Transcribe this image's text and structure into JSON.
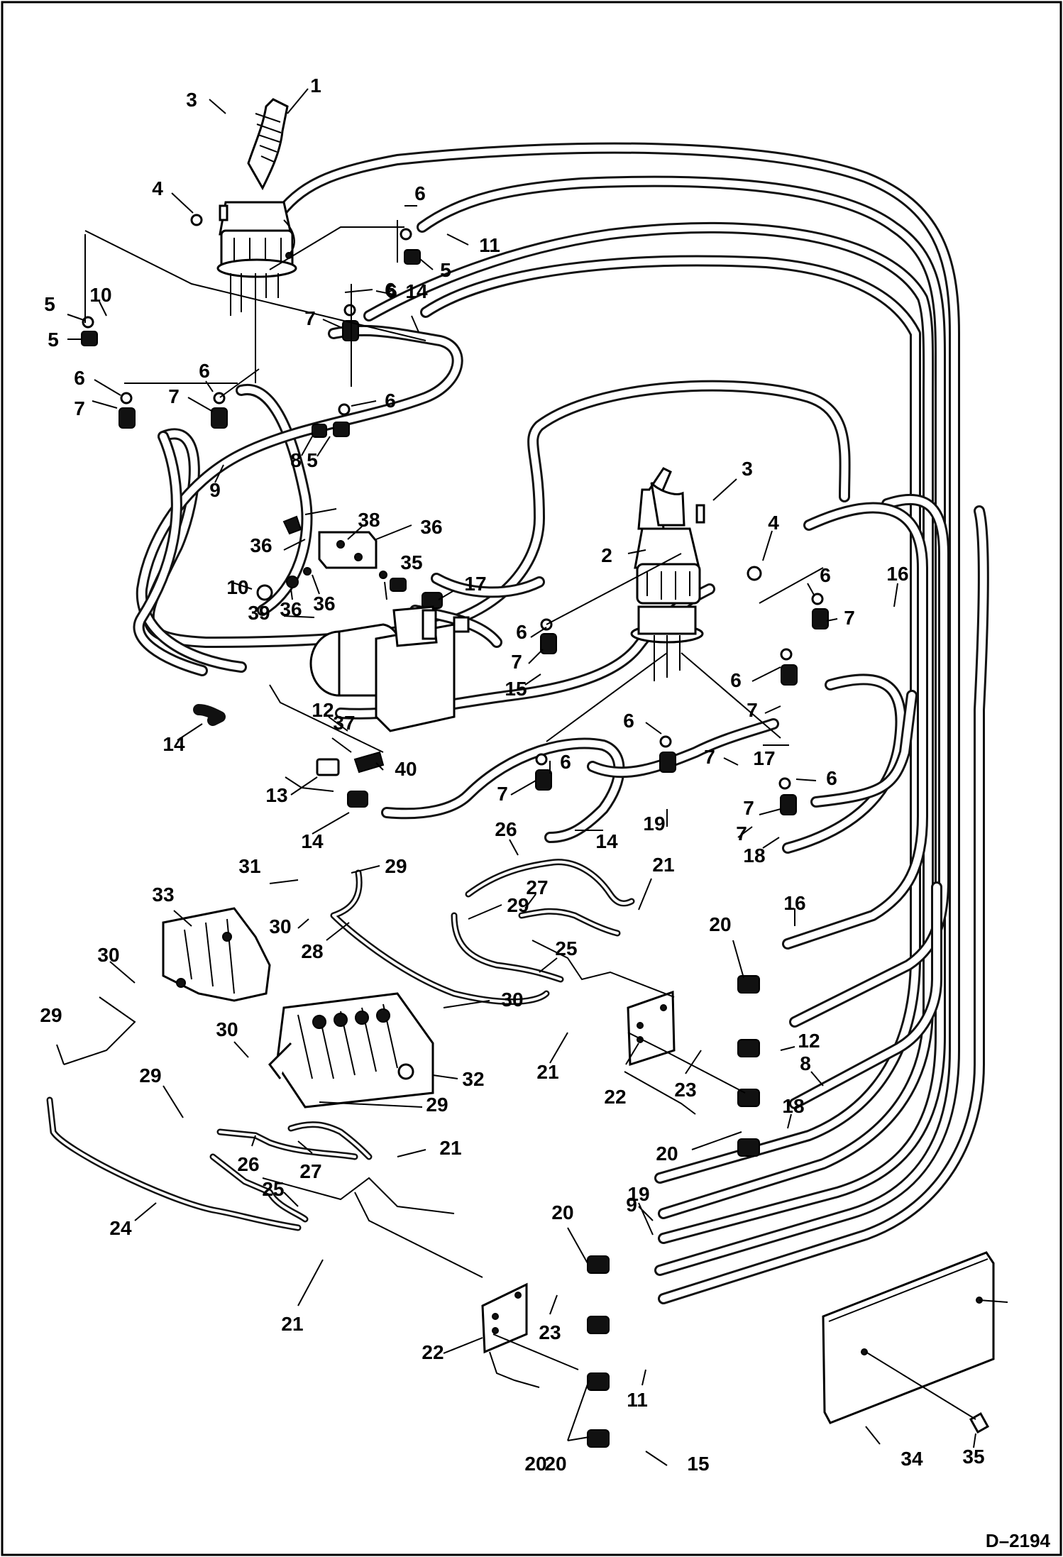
{
  "drawing_number": "D–2194",
  "callouts": [
    {
      "text": "1"
    },
    {
      "text": "2"
    },
    {
      "text": "3"
    },
    {
      "text": "3"
    },
    {
      "text": "4"
    },
    {
      "text": "4"
    },
    {
      "text": "5"
    },
    {
      "text": "5"
    },
    {
      "text": "5"
    },
    {
      "text": "5"
    },
    {
      "text": "6"
    },
    {
      "text": "6"
    },
    {
      "text": "6"
    },
    {
      "text": "6"
    },
    {
      "text": "6"
    },
    {
      "text": "6"
    },
    {
      "text": "6"
    },
    {
      "text": "6"
    },
    {
      "text": "6"
    },
    {
      "text": "6"
    },
    {
      "text": "6"
    },
    {
      "text": "6"
    },
    {
      "text": "7"
    },
    {
      "text": "7"
    },
    {
      "text": "7"
    },
    {
      "text": "7"
    },
    {
      "text": "7"
    },
    {
      "text": "7"
    },
    {
      "text": "7"
    },
    {
      "text": "7"
    },
    {
      "text": "7"
    },
    {
      "text": "7"
    },
    {
      "text": "8"
    },
    {
      "text": "8"
    },
    {
      "text": "9"
    },
    {
      "text": "9"
    },
    {
      "text": "10"
    },
    {
      "text": "10"
    },
    {
      "text": "11"
    },
    {
      "text": "11"
    },
    {
      "text": "12"
    },
    {
      "text": "12"
    },
    {
      "text": "13"
    },
    {
      "text": "14"
    },
    {
      "text": "14"
    },
    {
      "text": "14"
    },
    {
      "text": "14"
    },
    {
      "text": "15"
    },
    {
      "text": "15"
    },
    {
      "text": "16"
    },
    {
      "text": "16"
    },
    {
      "text": "17"
    },
    {
      "text": "17"
    },
    {
      "text": "18"
    },
    {
      "text": "18"
    },
    {
      "text": "19"
    },
    {
      "text": "19"
    },
    {
      "text": "20"
    },
    {
      "text": "20"
    },
    {
      "text": "20"
    },
    {
      "text": "20"
    },
    {
      "text": "20"
    },
    {
      "text": "21"
    },
    {
      "text": "21"
    },
    {
      "text": "21"
    },
    {
      "text": "21"
    },
    {
      "text": "22"
    },
    {
      "text": "22"
    },
    {
      "text": "23"
    },
    {
      "text": "23"
    },
    {
      "text": "24"
    },
    {
      "text": "25"
    },
    {
      "text": "25"
    },
    {
      "text": "26"
    },
    {
      "text": "26"
    },
    {
      "text": "27"
    },
    {
      "text": "27"
    },
    {
      "text": "28"
    },
    {
      "text": "29"
    },
    {
      "text": "29"
    },
    {
      "text": "29"
    },
    {
      "text": "29"
    },
    {
      "text": "29"
    },
    {
      "text": "30"
    },
    {
      "text": "30"
    },
    {
      "text": "30"
    },
    {
      "text": "30"
    },
    {
      "text": "31"
    },
    {
      "text": "32"
    },
    {
      "text": "33"
    },
    {
      "text": "34"
    },
    {
      "text": "35"
    },
    {
      "text": "35"
    },
    {
      "text": "36"
    },
    {
      "text": "36"
    },
    {
      "text": "36"
    },
    {
      "text": "36"
    },
    {
      "text": "37"
    },
    {
      "text": "38"
    },
    {
      "text": "39"
    },
    {
      "text": "40"
    }
  ]
}
